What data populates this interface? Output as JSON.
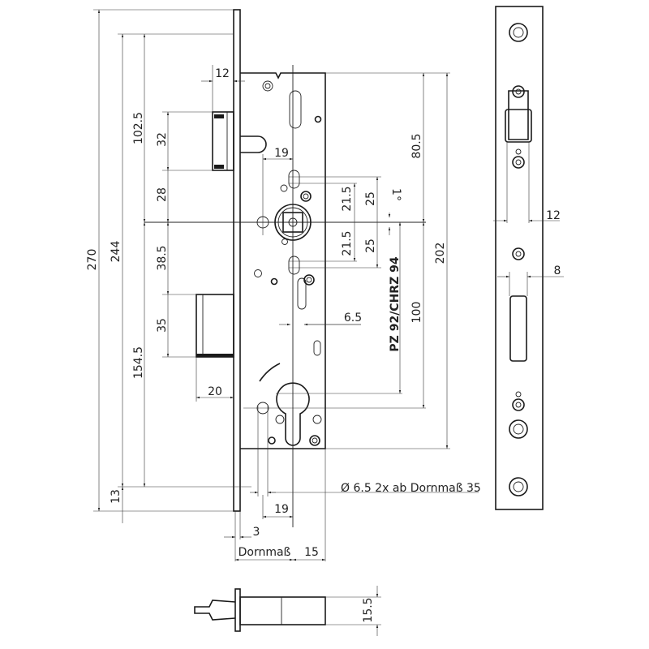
{
  "labels": {
    "d270": "270",
    "d244": "244",
    "d102_5": "102.5",
    "d154_5": "154.5",
    "d13": "13",
    "d32": "32",
    "d28": "28",
    "d38_5": "38.5",
    "d35": "35",
    "d12_top": "12",
    "d20": "20",
    "d19_top": "19",
    "d21_5_up": "21.5",
    "d21_5_down": "21.5",
    "d25_up": "25",
    "d25_down": "25",
    "angle": "1°",
    "d80_5": "80.5",
    "d202": "202",
    "d100": "100",
    "model": "PZ 92/CHRZ 94",
    "d6_5": "6.5",
    "hole_note": "Ø 6.5 2x ab Dornmaß 35",
    "d19_bottom": "19",
    "d3": "3",
    "dornmass": "Dornmaß",
    "d15": "15",
    "d15_5": "15.5",
    "d12_right": "12",
    "d8": "8"
  }
}
